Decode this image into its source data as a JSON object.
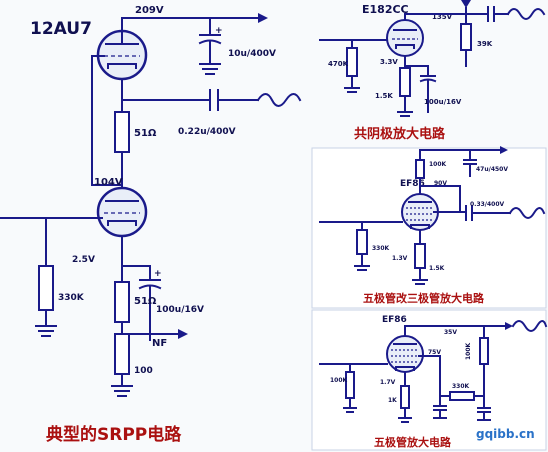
{
  "srpp": {
    "tube": "12AU7",
    "v_plate_top": "209V",
    "cap_supply": "10u/400V",
    "cap_out": "0.22u/400V",
    "r_top": "51Ω",
    "v_mid": "104V",
    "v_cathode": "2.5V",
    "r_grid": "330K",
    "r_bottom_a": "51Ω",
    "r_bottom_b": "100",
    "cap_cathode": "100u/16V",
    "nf": "NF",
    "title": "典型的SRPP电路"
  },
  "cc": {
    "tube": "E182CC",
    "v_plate": "135V",
    "r_grid": "470K",
    "v_cathode": "3.3V",
    "r_cathode": "1.5K",
    "cap_cathode": "100u/16V",
    "r_load": "39K",
    "title": "共阴极放大电路"
  },
  "triode": {
    "tube": "EF86",
    "r_plate": "100K",
    "cap_supply": "47u/450V",
    "v_plate": "90V",
    "cap_out": "0.33/400V",
    "r_grid": "330K",
    "v_cathode": "1.3V",
    "r_cathode": "1.5K",
    "title": "五极管改三极管放大电路"
  },
  "pentode": {
    "tube": "EF86",
    "v_plate": "35V",
    "v_screen": "75V",
    "r_grid": "100K",
    "v_cathode": "1.7V",
    "r_cathode": "1K",
    "r_plate": "100K",
    "r_screen": "330K",
    "title": "五极管放大电路"
  },
  "watermark": "gqibb.cn"
}
